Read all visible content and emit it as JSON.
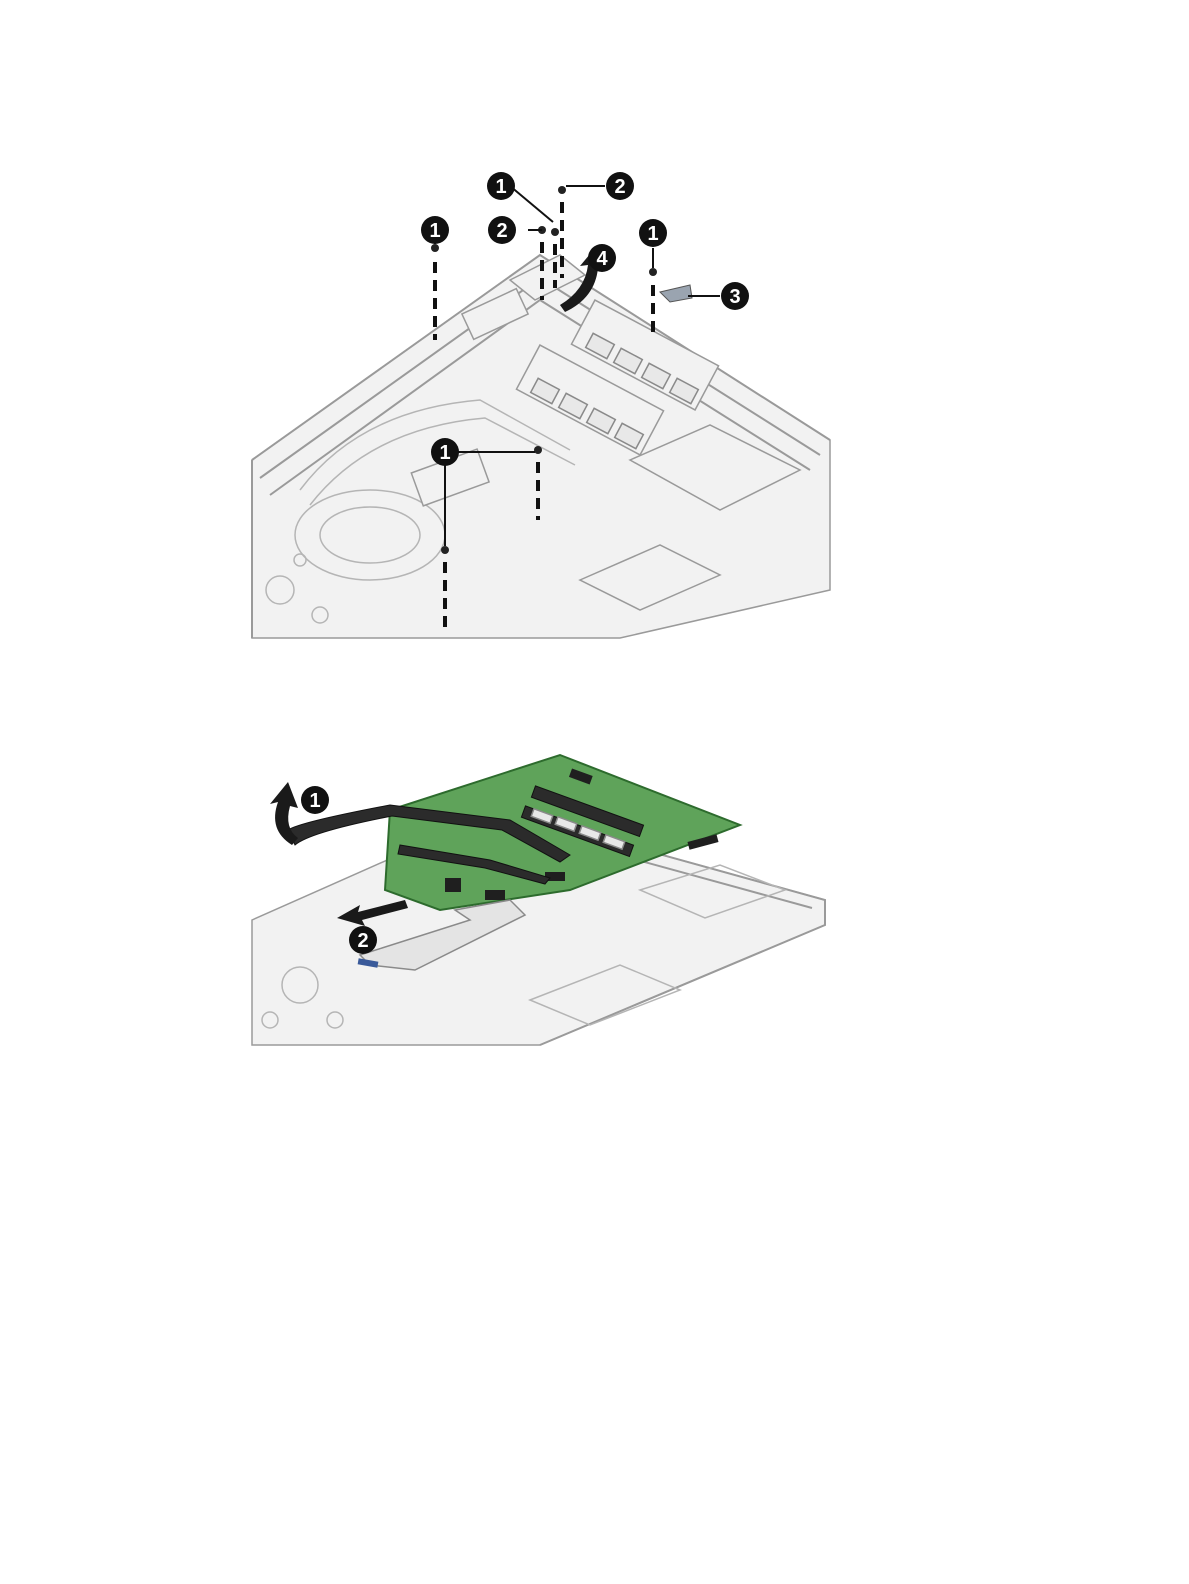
{
  "figures": [
    {
      "callouts": [
        {
          "label": "1"
        },
        {
          "label": "2"
        },
        {
          "label": "1"
        },
        {
          "label": "2"
        },
        {
          "label": "1"
        },
        {
          "label": "4"
        },
        {
          "label": "3"
        },
        {
          "label": "1"
        }
      ]
    },
    {
      "callouts": [
        {
          "label": "1"
        },
        {
          "label": "2"
        }
      ]
    }
  ],
  "colors": {
    "board": "#5fa35a",
    "callout": "#111111",
    "outline": "#9a9a9a"
  }
}
